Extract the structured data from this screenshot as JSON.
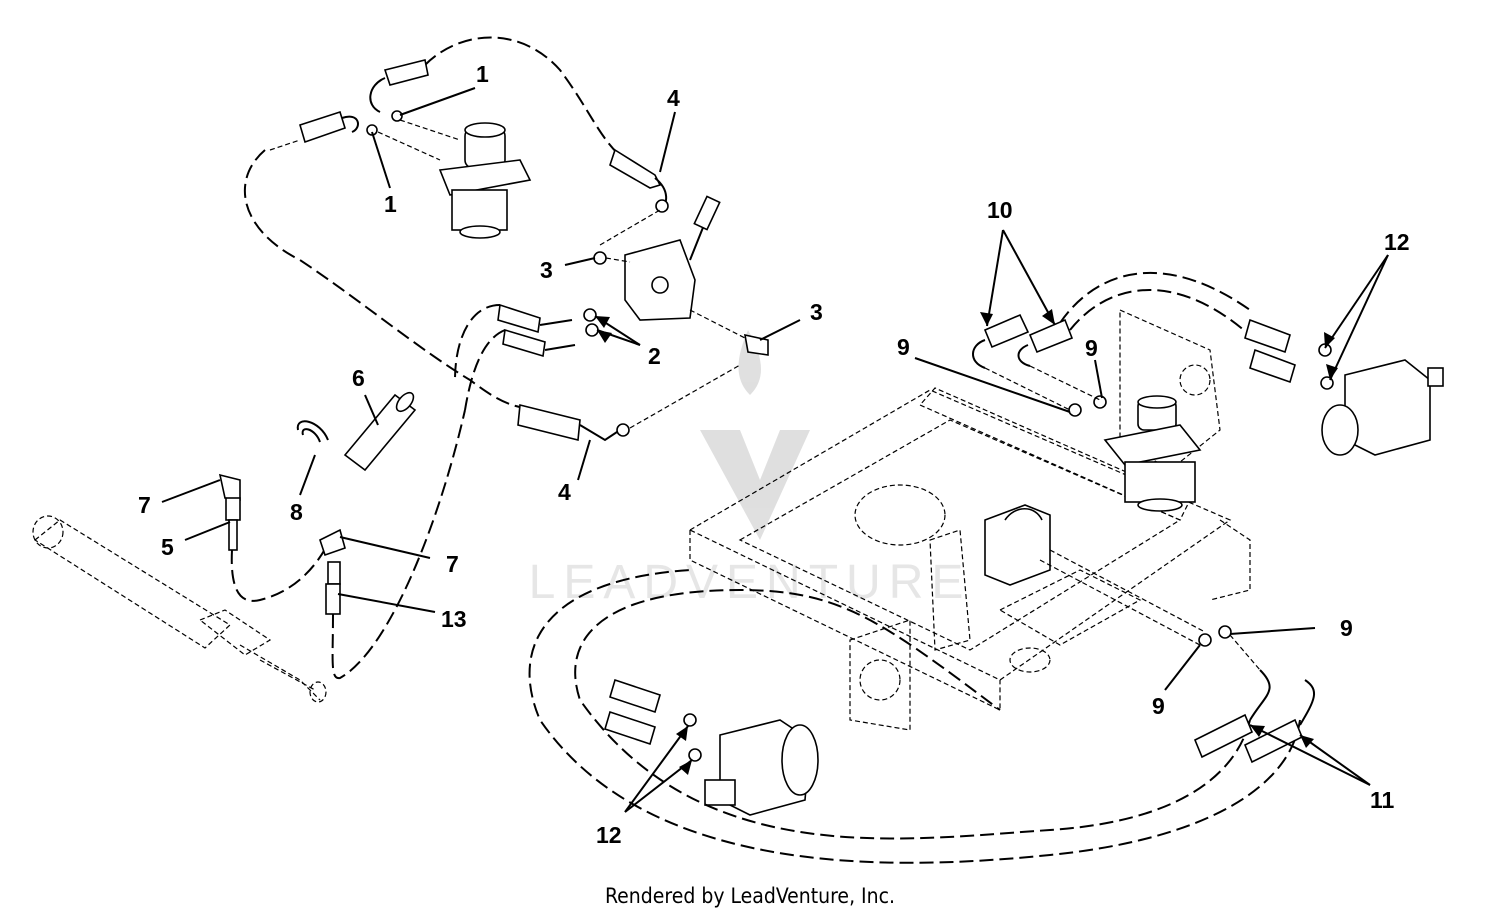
{
  "diagram": {
    "callouts": [
      {
        "id": "c1a",
        "text": "1"
      },
      {
        "id": "c1b",
        "text": "1"
      },
      {
        "id": "c4a",
        "text": "4"
      },
      {
        "id": "c3a",
        "text": "3"
      },
      {
        "id": "c3b",
        "text": "3"
      },
      {
        "id": "c2",
        "text": "2"
      },
      {
        "id": "c4b",
        "text": "4"
      },
      {
        "id": "c6",
        "text": "6"
      },
      {
        "id": "c8",
        "text": "8"
      },
      {
        "id": "c7a",
        "text": "7"
      },
      {
        "id": "c5",
        "text": "5"
      },
      {
        "id": "c7b",
        "text": "7"
      },
      {
        "id": "c13",
        "text": "13"
      },
      {
        "id": "c10",
        "text": "10"
      },
      {
        "id": "c12a",
        "text": "12"
      },
      {
        "id": "c9a",
        "text": "9"
      },
      {
        "id": "c9b",
        "text": "9"
      },
      {
        "id": "c9c",
        "text": "9"
      },
      {
        "id": "c9d",
        "text": "9"
      },
      {
        "id": "c11",
        "text": "11"
      },
      {
        "id": "c12b",
        "text": "12"
      }
    ],
    "watermark": "LEADVENTURE"
  },
  "footer": {
    "text": "Rendered by LeadVenture, Inc."
  }
}
